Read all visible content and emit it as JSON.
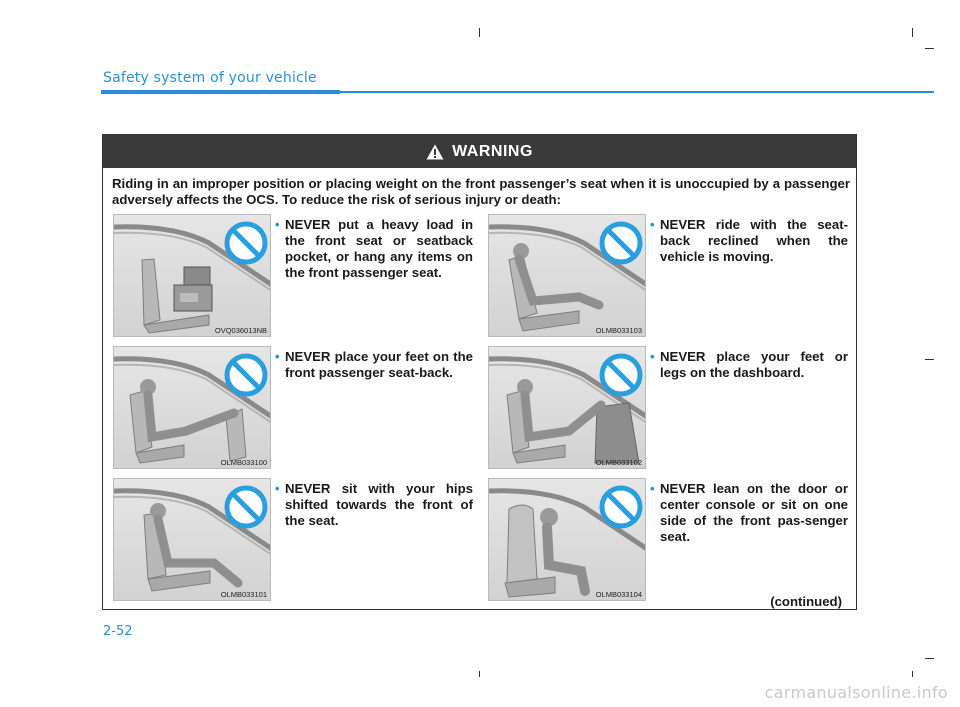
{
  "header": {
    "section_title": "Safety system of your vehicle"
  },
  "warning": {
    "title": "WARNING",
    "intro": "Riding in an improper position or placing weight on the front passenger’s seat when it is unoccupied by a passenger adversely affects the OCS. To reduce the risk of serious injury or death:",
    "items": [
      {
        "code": "OVQ036013NB",
        "text": "NEVER put a heavy load in the front seat or seatback pocket, or hang any items on the front passenger seat."
      },
      {
        "code": "OLMB033103",
        "text": "NEVER ride with the seat-back reclined when the vehicle is moving."
      },
      {
        "code": "OLMB033100",
        "text": "NEVER place your feet on the front passenger seat-back."
      },
      {
        "code": "OLMB033102",
        "text": "NEVER place your feet or legs on the dashboard."
      },
      {
        "code": "OLMB033101",
        "text": "NEVER sit with your hips shifted towards the front of the seat."
      },
      {
        "code": "OLMB033104",
        "text": "NEVER lean on the door or center console or sit on one side of the front pas-senger seat."
      }
    ],
    "continued": "(continued)"
  },
  "footer": {
    "page_number": "2-52",
    "watermark": "carmanualsonline.info"
  },
  "colors": {
    "accent": "#2a8fd8",
    "header_bg": "#3a3a3a",
    "prohibit": "#2a9fe0"
  },
  "icons": {
    "bullet": "•",
    "warning_icon": "warning-triangle-icon",
    "prohibit_icon": "prohibition-sign-icon"
  }
}
